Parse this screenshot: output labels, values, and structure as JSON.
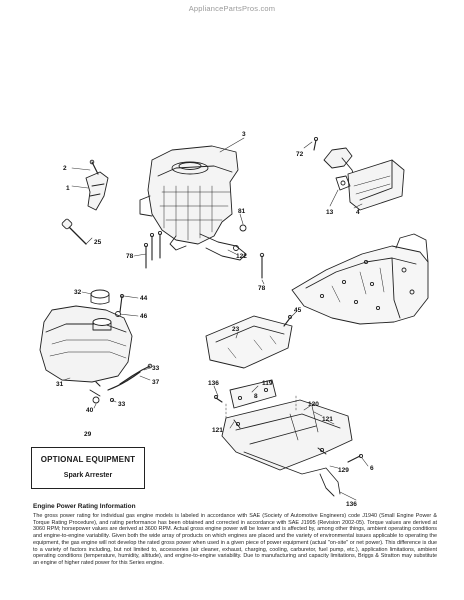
{
  "watermark": "AppliancePartsPros.com",
  "callouts": {
    "c1": "1",
    "c2": "2",
    "c3": "3",
    "c4": "4",
    "c6": "6",
    "c8": "8",
    "c13": "13",
    "c23": "23",
    "c25": "25",
    "c29": "29",
    "c31": "31",
    "c32": "32",
    "c33a": "33",
    "c33b": "33",
    "c37": "37",
    "c40": "40",
    "c44": "44",
    "c45": "45",
    "c46": "46",
    "c72": "72",
    "c78a": "78",
    "c78b": "78",
    "c81": "81",
    "c119": "119",
    "c120": "120",
    "c121a": "121",
    "c121b": "121",
    "c122": "122",
    "c129": "129",
    "c136a": "136",
    "c136b": "136"
  },
  "optional_equipment": {
    "title": "OPTIONAL EQUIPMENT",
    "item": "Spark Arrester"
  },
  "engine_power": {
    "heading": "Engine Power Rating Information",
    "body": "The gross power rating for individual gas engine models is labeled in accordance with SAE (Society of Automotive Engineers) code J1940 (Small Engine Power & Torque Rating Procedure), and rating performance has been obtained and corrected in accordance with SAE J1995 (Revision 2002-05). Torque values are derived at 3060 RPM; horsepower values are derived at 3600 RPM. Actual gross engine power will be lower and is affected by, among other things, ambient operating conditions and engine-to-engine variability. Given both the wide array of products on which engines are placed and the variety of environmental issues applicable to operating the equipment, the gas engine will not develop the rated gross power when used in a given piece of power equipment (actual \"on-site\" or net power). This difference is due to a variety of factors including, but not limited to, accessories (air cleaner, exhaust, charging, cooling, carburetor, fuel pump, etc.), application limitations, ambient operating conditions (temperature, humidity, altitude), and engine-to-engine variability. Due to manufacturing and capacity limitations, Briggs & Stratton may substitute an engine of higher rated power for this Series engine."
  }
}
